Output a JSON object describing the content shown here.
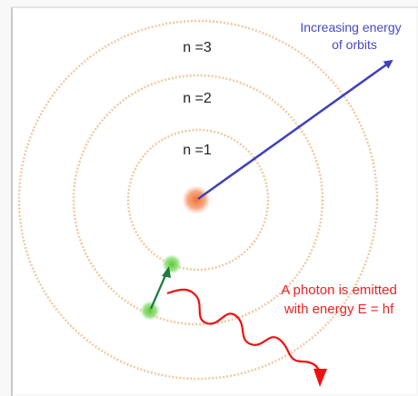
{
  "orbits": {
    "labels": [
      "n =1",
      "n =2",
      "n =3"
    ],
    "ring_color": "#f0c8a0"
  },
  "nucleus": {
    "color": "#f59a6a"
  },
  "energy_arrow": {
    "label_line1": "Increasing energy",
    "label_line2": "of orbits",
    "color": "#3f3fbf"
  },
  "electron": {
    "color": "#7ed957",
    "transition_arrow_color": "#1e7a3e"
  },
  "photon": {
    "label_line1": "A photon is emitted",
    "label_line2": "with energy E = hf",
    "color": "#ee1111"
  }
}
